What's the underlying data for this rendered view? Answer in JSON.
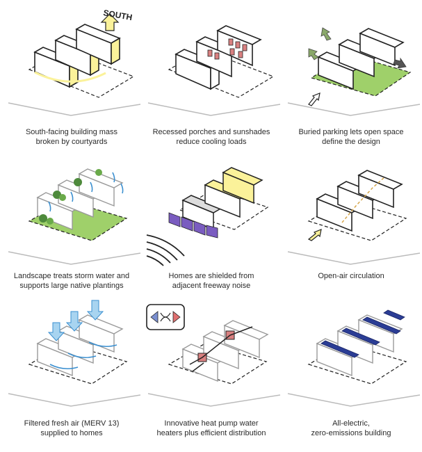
{
  "south_label": "SOUTH",
  "colors": {
    "outline": "#1e1e1e",
    "yellow": "#fbf29a",
    "green": "#9fd06a",
    "blue": "#3a8fd0",
    "purple": "#7a5cc0",
    "red": "#d98080",
    "panel": "#2b3d95",
    "gray": "#b5b5b5"
  },
  "panels": [
    {
      "lines": [
        "South-facing building mass",
        "broken by courtyards"
      ]
    },
    {
      "lines": [
        "Recessed porches and sunshades",
        "reduce cooling loads"
      ]
    },
    {
      "lines": [
        "Buried parking lets open space",
        "define the design"
      ]
    },
    {
      "lines": [
        "Landscape treats storm water and",
        "supports large native plantings"
      ]
    },
    {
      "lines": [
        "Homes are shielded from",
        "adjacent freeway noise"
      ]
    },
    {
      "lines": [
        "Open-air circulation"
      ]
    },
    {
      "lines": [
        "Filtered fresh air (MERV 13)",
        "supplied to homes"
      ]
    },
    {
      "lines": [
        "Innovative heat pump water",
        "heaters plus efficient distribution"
      ]
    },
    {
      "lines": [
        "All-electric,",
        "zero-emissions building"
      ]
    }
  ]
}
